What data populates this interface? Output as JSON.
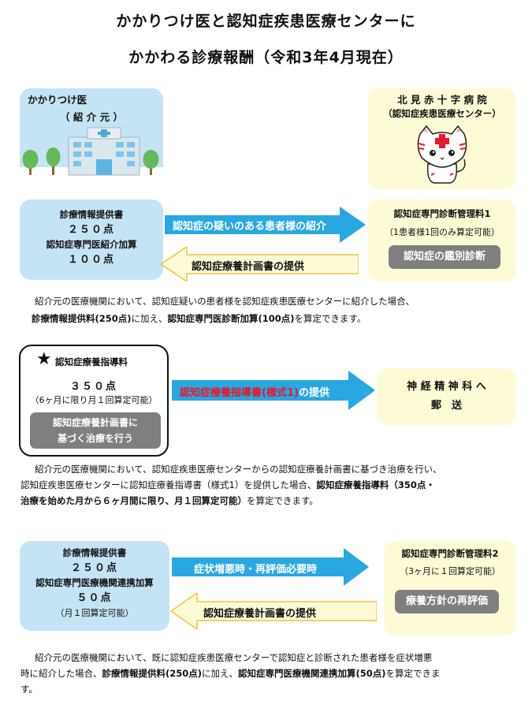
{
  "title": {
    "line1": "かかりつけ医と認知症疾患医療センターに",
    "line2": "かかわる診療報酬（令和3年4月現在）"
  },
  "top": {
    "left_box": {
      "line1": "かかりつけ医",
      "line2": "（ 紹 介 元 ）"
    },
    "right_box": {
      "line1": "北 見 赤 十 字 病 院",
      "line2": "（認知症疾患医療センター）"
    }
  },
  "section1": {
    "left": {
      "line1": "診療情報提供書",
      "line2": "２５０点",
      "line3": "認知症専門医紹介加算",
      "line4": "１００点"
    },
    "arrow_right": "認知症の疑いのある患者様の紹介",
    "arrow_left": "認知症療養計画書の提供",
    "right": {
      "line1": "認知症専門診断管理料1",
      "line2": "（1患者様1回のみ算定可能）",
      "button": "認知症の鑑別診断"
    },
    "para_line1": "紹介元の医療機関において、認知症疑いの患者様を認知症疾患医療センターに紹介した場合、",
    "para_b1": "診療情報提供料(250点)",
    "para_mid": "に加え、",
    "para_b2": "認知症専門医診断加算(100点)",
    "para_end": "を算定できます。"
  },
  "section2": {
    "star": "★",
    "left": {
      "line1": "認知症療養指導料",
      "line2": "３５０点",
      "line3": "（6ヶ月に限り月１回算定可能）",
      "button_line1": "認知症療養計画書に",
      "button_line2": "基づく治療を行う"
    },
    "arrow_red": "認知症療養指導書(様式1)",
    "arrow_rest": "の提供",
    "right": {
      "line1": "神 経 精 神 科 へ",
      "line2": "郵　送"
    },
    "para_line1": "紹介元の医療機関において、認知症疾患医療センターからの認知症療養計画書に基づき治療を行い、",
    "para_line2a": "認知症疾患医療センターに認知症療養指導書（様式1）を提供した場合、",
    "para_b1": "認知症療養指導料（350点・",
    "para_b2": "治療を始めた月から６ヶ月間に限り、月１回算定可能）",
    "para_end": "を算定できます。"
  },
  "section3": {
    "left": {
      "line1": "診療情報提供書",
      "line2": "２５０点",
      "line3": "認知症専門医療機関連携加算",
      "line4": "５０点",
      "line5": "（月１回算定可能）"
    },
    "arrow_right": "症状増悪時・再評価必要時",
    "arrow_left": "認知症療養計画書の提供",
    "right": {
      "line1": "認知症専門診断管理料2",
      "line2": "（3ヶ月に１回算定可能）",
      "button": "療養方針の再評価"
    },
    "para_line1": "紹介元の医療機関において、既に認知症疾患医療センターで認知症と診断された患者様を症状増悪",
    "para_line2a": "時に紹介した場合、",
    "para_b1": "診療情報提供料(250点)",
    "para_mid": "に加え、",
    "para_b2": "認知症専門医療機関連携加算(50点)",
    "para_end": "を算定できま",
    "para_line3": "す。"
  },
  "colors": {
    "blue_box": "#c4e4f5",
    "yellow_box": "#fdfbd6",
    "arrow_blue": "#29a7e1",
    "red_text": "#e8162b",
    "grey_button": "#7f7f7f"
  },
  "icons": [
    "hospital-building-icon",
    "tree-icon",
    "cat-mascot-icon",
    "star-icon"
  ]
}
